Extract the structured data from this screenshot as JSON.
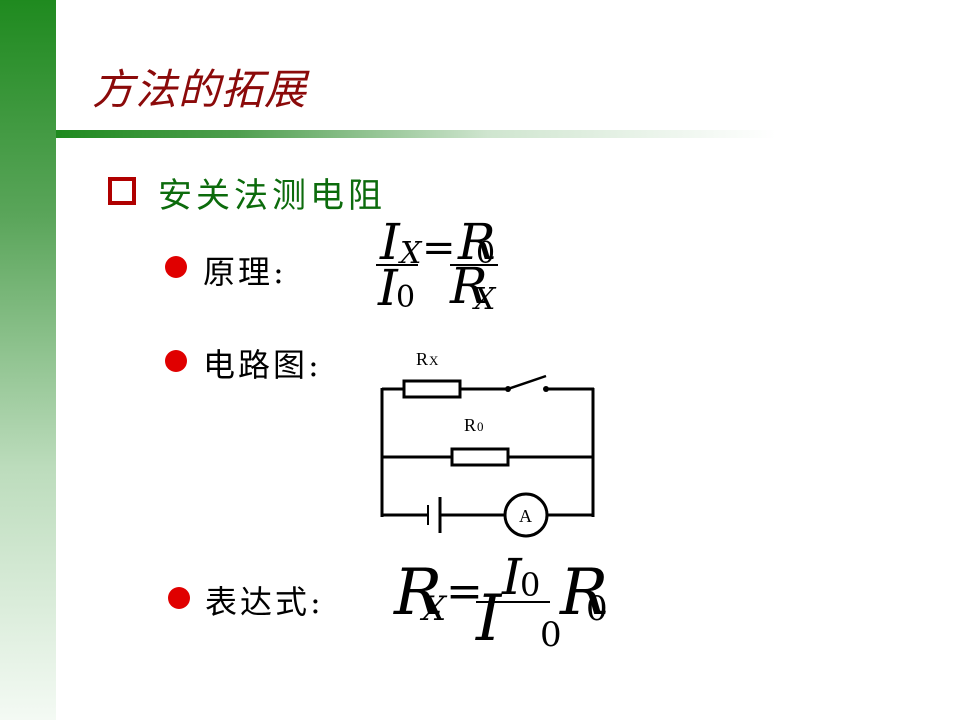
{
  "slide": {
    "title": "方法的拓展",
    "heading": "安关法测电阻",
    "items": [
      {
        "label": "原理:"
      },
      {
        "label": "电路图:"
      },
      {
        "label": "表达式:"
      }
    ]
  },
  "formula_principle": {
    "num_left_main": "I",
    "num_left_sub": "X",
    "eq": "=",
    "num_right_main": "R",
    "num_right_sub": "0",
    "den_left_main": "I",
    "den_left_sub": "0",
    "den_right_main": "R",
    "den_right_sub": "X"
  },
  "circuit": {
    "rx_main": "R",
    "rx_sub": "X",
    "r0_main": "R",
    "r0_sub": "0",
    "ammeter": "A"
  },
  "formula_expression": {
    "lhs_main": "R",
    "lhs_sub": "X",
    "eq": "=",
    "num_main": "I",
    "num_sub": "0",
    "den_main": "I",
    "den_sub": "0",
    "rhs_main": "R",
    "rhs_sub": "0"
  },
  "colors": {
    "title": "#8b0a0a",
    "heading": "#0c6b0c",
    "bullet": "#e00000",
    "side_bar": "#1f8a1f"
  }
}
